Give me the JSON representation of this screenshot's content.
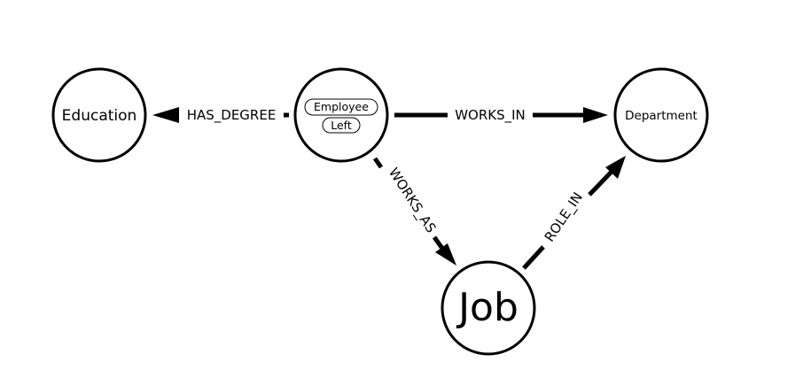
{
  "nodes": {
    "education": {
      "label": "Education"
    },
    "employee": {
      "labels": [
        "Employee",
        "Left"
      ]
    },
    "department": {
      "label": "Department"
    },
    "job": {
      "label": "Job"
    }
  },
  "edges": {
    "has_degree": {
      "label": "HAS_DEGREE"
    },
    "works_in": {
      "label": "WORKS_IN"
    },
    "works_as": {
      "label": "WORKS_AS"
    },
    "role_in": {
      "label": "ROLE_IN"
    }
  },
  "colors": {
    "stroke": "#000000",
    "background": "#ffffff"
  }
}
